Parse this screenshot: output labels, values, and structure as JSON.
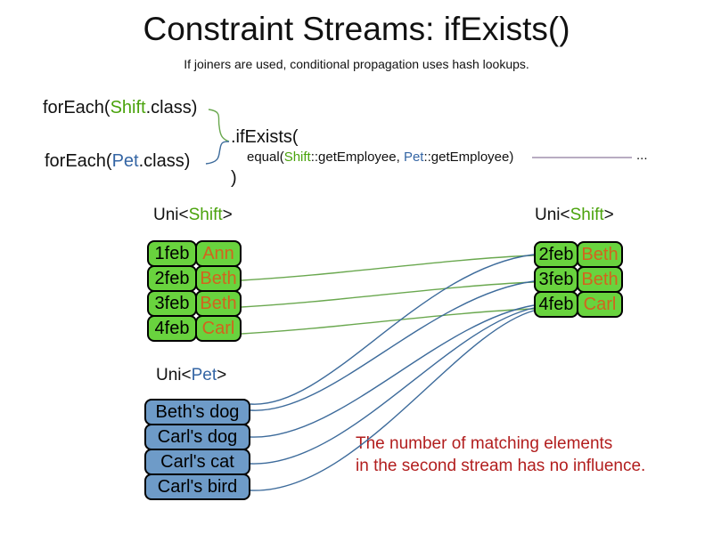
{
  "title": "Constraint Streams: ifExists()",
  "subtitle": "If joiners are used, conditional propagation uses hash lookups.",
  "code": {
    "foreach_shift": {
      "pre": "forEach(",
      "class": "Shift",
      "post": ".class)"
    },
    "foreach_pet": {
      "pre": "forEach(",
      "class": "Pet",
      "post": ".class)"
    },
    "if_exists": ".ifExists(",
    "joiner": {
      "pre": "equal(",
      "class1": "Shift",
      "mid": "::getEmployee, ",
      "class2": "Pet",
      "post": "::getEmployee)"
    },
    "ellipsis": "...",
    "close_paren": ")"
  },
  "left_shift_table": {
    "header": {
      "pre": "Uni<",
      "type": "Shift",
      "post": ">"
    },
    "rows": [
      {
        "date": "1feb",
        "employee": "Ann"
      },
      {
        "date": "2feb",
        "employee": "Beth"
      },
      {
        "date": "3feb",
        "employee": "Beth"
      },
      {
        "date": "4feb",
        "employee": "Carl"
      }
    ]
  },
  "right_shift_table": {
    "header": {
      "pre": "Uni<",
      "type": "Shift",
      "post": ">"
    },
    "rows": [
      {
        "date": "2feb",
        "employee": "Beth"
      },
      {
        "date": "3feb",
        "employee": "Beth"
      },
      {
        "date": "4feb",
        "employee": "Carl"
      }
    ]
  },
  "pet_table": {
    "header": {
      "pre": "Uni<",
      "type": "Pet",
      "post": ">"
    },
    "rows": [
      {
        "label": "Beth's dog"
      },
      {
        "label": "Carl's dog"
      },
      {
        "label": "Carl's cat"
      },
      {
        "label": "Carl's bird"
      }
    ]
  },
  "note": {
    "line1": "The number of matching elements",
    "line2": "in the second stream has no influence."
  },
  "colors": {
    "shift_green_text": "#4aa30c",
    "pet_blue_text": "#3465a4",
    "employee_orange": "#d2641e",
    "shift_box_fill": "#69d33e",
    "pet_box_fill": "#6e9bc8",
    "green_line": "#6aa84f",
    "blue_line": "#3d6b9b",
    "purple_line": "#8e7a9e",
    "note_red": "#b21e1e"
  }
}
